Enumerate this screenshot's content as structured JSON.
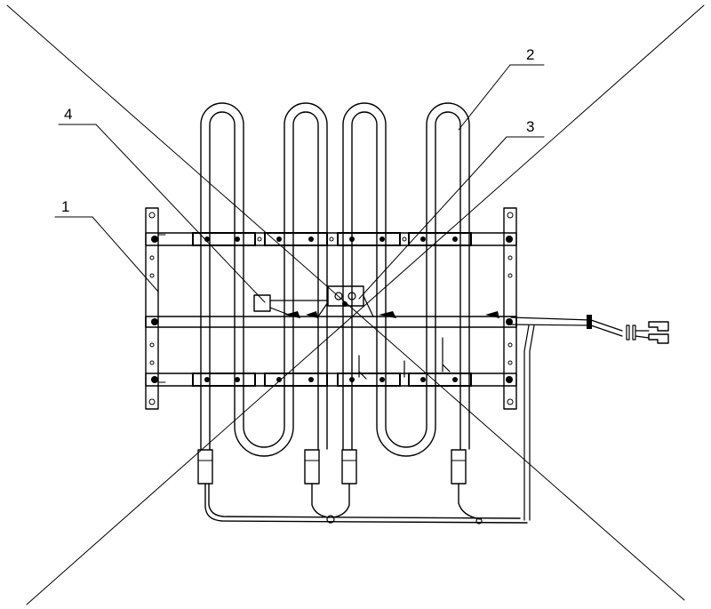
{
  "drawing": {
    "callouts": [
      {
        "id": "frame",
        "number": "1"
      },
      {
        "id": "heater-tube",
        "number": "2"
      },
      {
        "id": "thermostat",
        "number": "3"
      },
      {
        "id": "fuse-clip",
        "number": "4"
      }
    ],
    "colors": {
      "ink": "#000000",
      "paper": "#ffffff"
    },
    "heater_loops": 4,
    "crossed_out": true
  }
}
